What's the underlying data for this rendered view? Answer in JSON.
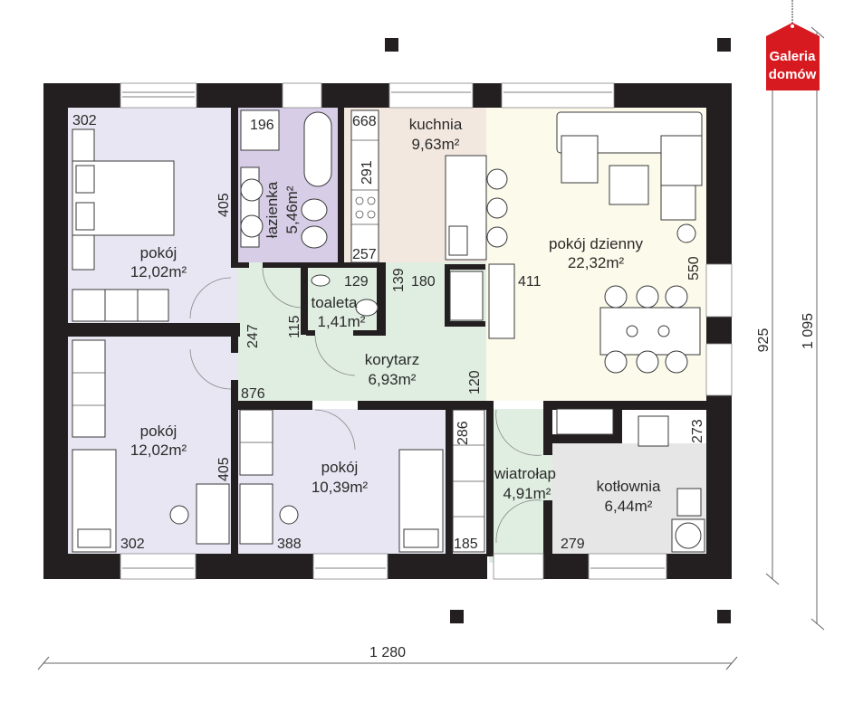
{
  "colors": {
    "wall": "#231f20",
    "bedroom": "#e8e6f2",
    "bathroom": "#d7cde6",
    "kitchen": "#f3e8e0",
    "living": "#fcfaea",
    "corridor": "#e0eee2",
    "boiler": "#e6e6e6",
    "logo": "#d71920"
  },
  "logo": {
    "line1": "Galeria",
    "line2": "domów"
  },
  "rooms": [
    {
      "id": "bedroom1",
      "name": "pokój",
      "area": "12,02m²"
    },
    {
      "id": "bathroom",
      "name": "łazienka",
      "area": "5,46m²"
    },
    {
      "id": "kitchen",
      "name": "kuchnia",
      "area": "9,63m²"
    },
    {
      "id": "living",
      "name": "pokój dzienny",
      "area": "22,32m²"
    },
    {
      "id": "toilet",
      "name": "toaleta",
      "area": "1,41m²"
    },
    {
      "id": "corridor",
      "name": "korytarz",
      "area": "6,93m²"
    },
    {
      "id": "bedroom2",
      "name": "pokój",
      "area": "12,02m²"
    },
    {
      "id": "bedroom3",
      "name": "pokój",
      "area": "10,39m²"
    },
    {
      "id": "vestibule",
      "name": "wiatrołap",
      "area": "4,91m²"
    },
    {
      "id": "boiler",
      "name": "kotłownia",
      "area": "6,44m²"
    }
  ],
  "dimensions": {
    "d302a": "302",
    "d405a": "405",
    "d196": "196",
    "d668": "668",
    "d291": "291",
    "d257": "257",
    "d129": "129",
    "d139": "139",
    "d180": "180",
    "d411": "411",
    "d550": "550",
    "d247": "247",
    "d115": "115",
    "d876": "876",
    "d120": "120",
    "d405b": "405",
    "d302b": "302",
    "d388": "388",
    "d286": "286",
    "d185": "185",
    "d279": "279",
    "d273": "273"
  },
  "overall": {
    "width": "1 280",
    "depth": "925",
    "depth_total": "1 095"
  }
}
